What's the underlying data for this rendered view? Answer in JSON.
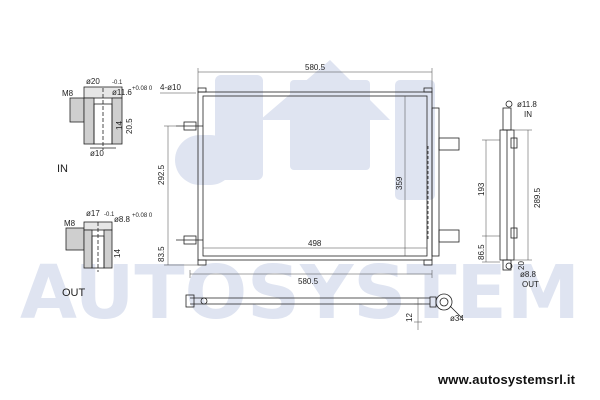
{
  "watermark": {
    "text": "AUTOSYSTEM"
  },
  "website": "www.autosystemsrl.it",
  "inlet": {
    "label": "IN",
    "thread": "M8",
    "outer_diameter": "ø20",
    "outer_tol": "-0.1",
    "bore_diameter": "ø11.6",
    "bore_tol": "+0.08 0",
    "depth_a": "14",
    "depth_b": "20.5",
    "base_diameter": "ø10"
  },
  "outlet": {
    "label": "OUT",
    "thread": "M8",
    "outer_diameter": "ø17",
    "outer_tol": "-0.1",
    "bore_diameter": "ø8.8",
    "bore_tol": "+0.08 0",
    "depth": "14"
  },
  "front_view": {
    "holes": "4-ø10",
    "top_width": "580.5",
    "bottom_width": "580.5",
    "core_width": "498",
    "height": "359",
    "inlet_height": "292.5",
    "bottom_offset": "83.5"
  },
  "side_view": {
    "inlet_diameter": "ø11.8",
    "inlet_label": "IN",
    "height": "289.5",
    "bracket_spacing": "193",
    "bottom_offset": "86.5",
    "bottom_gap": "20",
    "outlet_diameter": "ø8.8",
    "outlet_label": "OUT"
  },
  "bottom_view": {
    "offset": "12",
    "drier_diameter": "ø34"
  }
}
